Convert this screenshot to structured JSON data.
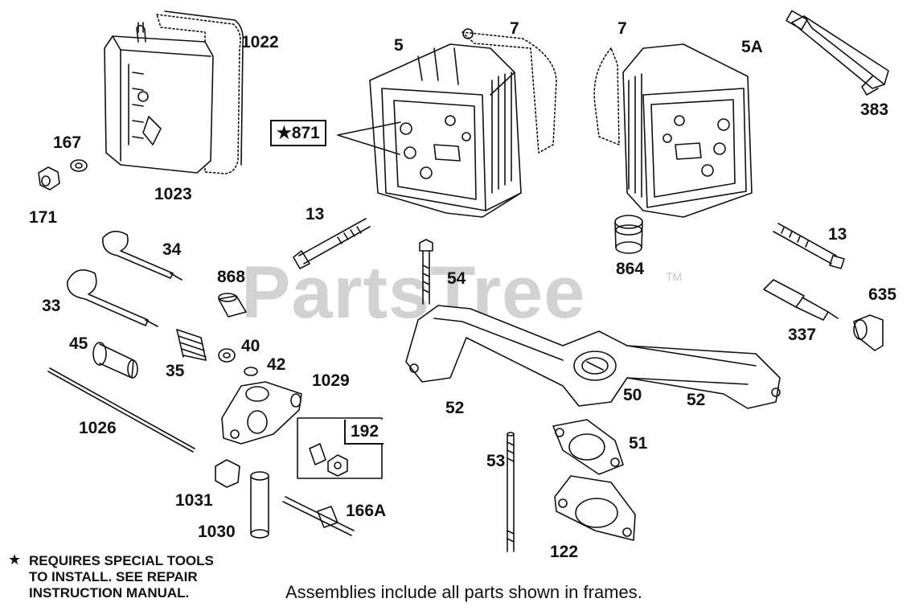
{
  "watermark": {
    "text": "PartsTree",
    "tm": "TM"
  },
  "parts": [
    {
      "id": "p1022",
      "label": "1022"
    },
    {
      "id": "p5",
      "label": "5"
    },
    {
      "id": "p7a",
      "label": "7"
    },
    {
      "id": "p7b",
      "label": "7"
    },
    {
      "id": "p5A",
      "label": "5A"
    },
    {
      "id": "p383",
      "label": "383"
    },
    {
      "id": "p167",
      "label": "167"
    },
    {
      "id": "p1023",
      "label": "1023"
    },
    {
      "id": "p171",
      "label": "171"
    },
    {
      "id": "p13a",
      "label": "13"
    },
    {
      "id": "p13b",
      "label": "13"
    },
    {
      "id": "p34",
      "label": "34"
    },
    {
      "id": "p868",
      "label": "868"
    },
    {
      "id": "p54",
      "label": "54"
    },
    {
      "id": "p864",
      "label": "864"
    },
    {
      "id": "p635",
      "label": "635"
    },
    {
      "id": "p33",
      "label": "33"
    },
    {
      "id": "p337",
      "label": "337"
    },
    {
      "id": "p45",
      "label": "45"
    },
    {
      "id": "p40",
      "label": "40"
    },
    {
      "id": "p42",
      "label": "42"
    },
    {
      "id": "p35",
      "label": "35"
    },
    {
      "id": "p1029",
      "label": "1029"
    },
    {
      "id": "p50",
      "label": "50"
    },
    {
      "id": "p52a",
      "label": "52"
    },
    {
      "id": "p52b",
      "label": "52"
    },
    {
      "id": "p1026",
      "label": "1026"
    },
    {
      "id": "p51",
      "label": "51"
    },
    {
      "id": "p53",
      "label": "53"
    },
    {
      "id": "p1031",
      "label": "1031"
    },
    {
      "id": "p166A",
      "label": "166A"
    },
    {
      "id": "p1030",
      "label": "1030"
    },
    {
      "id": "p122",
      "label": "122"
    }
  ],
  "frames": {
    "f871": {
      "label": "★871"
    },
    "f192": {
      "label": "192"
    }
  },
  "note": {
    "star": "★",
    "lines": [
      "REQUIRES SPECIAL TOOLS",
      "TO INSTALL.  SEE REPAIR",
      "INSTRUCTION MANUAL."
    ]
  },
  "footer": "Assemblies include all parts shown in frames."
}
